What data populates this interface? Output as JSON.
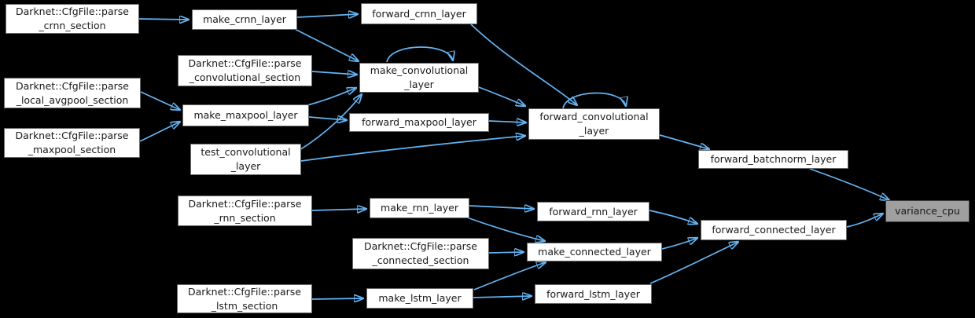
{
  "graph": {
    "type": "doxygen-caller-graph",
    "target_function": "variance_cpu",
    "colors": {
      "background": "#000000",
      "edge": "#63b4f4",
      "node_fill": "#ffffff",
      "node_border": "#696969",
      "highlight_fill": "#9f9f9f",
      "highlight_border": "#404040",
      "text": "#1a1a1a"
    }
  },
  "nodes": {
    "parse_crnn_section": {
      "label": "Darknet::CfgFile::parse\n_crnn_section"
    },
    "make_crnn_layer": {
      "label": "make_crnn_layer"
    },
    "forward_crnn_layer": {
      "label": "forward_crnn_layer"
    },
    "parse_convolutional_section": {
      "label": "Darknet::CfgFile::parse\n_convolutional_section"
    },
    "make_convolutional_layer": {
      "label": "make_convolutional\n_layer"
    },
    "parse_local_avgpool_section": {
      "label": "Darknet::CfgFile::parse\n_local_avgpool_section"
    },
    "make_maxpool_layer": {
      "label": "make_maxpool_layer"
    },
    "parse_maxpool_section": {
      "label": "Darknet::CfgFile::parse\n_maxpool_section"
    },
    "forward_maxpool_layer": {
      "label": "forward_maxpool_layer"
    },
    "forward_convolutional_layer": {
      "label": "forward_convolutional\n_layer"
    },
    "test_convolutional_layer": {
      "label": "test_convolutional\n_layer"
    },
    "forward_batchnorm_layer": {
      "label": "forward_batchnorm_layer"
    },
    "variance_cpu": {
      "label": "variance_cpu",
      "highlighted": true
    },
    "parse_rnn_section": {
      "label": "Darknet::CfgFile::parse\n_rnn_section"
    },
    "make_rnn_layer": {
      "label": "make_rnn_layer"
    },
    "forward_rnn_layer": {
      "label": "forward_rnn_layer"
    },
    "forward_connected_layer": {
      "label": "forward_connected_layer"
    },
    "parse_connected_section": {
      "label": "Darknet::CfgFile::parse\n_connected_section"
    },
    "make_connected_layer": {
      "label": "make_connected_layer"
    },
    "parse_lstm_section": {
      "label": "Darknet::CfgFile::parse\n_lstm_section"
    },
    "make_lstm_layer": {
      "label": "make_lstm_layer"
    },
    "forward_lstm_layer": {
      "label": "forward_lstm_layer"
    }
  },
  "edges": [
    {
      "from": "parse_crnn_section",
      "to": "make_crnn_layer"
    },
    {
      "from": "make_crnn_layer",
      "to": "forward_crnn_layer"
    },
    {
      "from": "make_crnn_layer",
      "to": "make_convolutional_layer"
    },
    {
      "from": "parse_convolutional_section",
      "to": "make_convolutional_layer"
    },
    {
      "from": "parse_local_avgpool_section",
      "to": "make_maxpool_layer"
    },
    {
      "from": "parse_maxpool_section",
      "to": "make_maxpool_layer"
    },
    {
      "from": "make_maxpool_layer",
      "to": "make_convolutional_layer"
    },
    {
      "from": "make_maxpool_layer",
      "to": "forward_maxpool_layer"
    },
    {
      "from": "make_convolutional_layer",
      "to": "make_convolutional_layer"
    },
    {
      "from": "make_convolutional_layer",
      "to": "forward_convolutional_layer"
    },
    {
      "from": "forward_crnn_layer",
      "to": "forward_convolutional_layer"
    },
    {
      "from": "forward_maxpool_layer",
      "to": "forward_convolutional_layer"
    },
    {
      "from": "test_convolutional_layer",
      "to": "make_convolutional_layer"
    },
    {
      "from": "test_convolutional_layer",
      "to": "forward_convolutional_layer"
    },
    {
      "from": "forward_convolutional_layer",
      "to": "forward_convolutional_layer"
    },
    {
      "from": "forward_convolutional_layer",
      "to": "forward_batchnorm_layer"
    },
    {
      "from": "forward_batchnorm_layer",
      "to": "variance_cpu"
    },
    {
      "from": "parse_rnn_section",
      "to": "make_rnn_layer"
    },
    {
      "from": "make_rnn_layer",
      "to": "forward_rnn_layer"
    },
    {
      "from": "make_rnn_layer",
      "to": "make_connected_layer"
    },
    {
      "from": "forward_rnn_layer",
      "to": "forward_connected_layer"
    },
    {
      "from": "parse_connected_section",
      "to": "make_connected_layer"
    },
    {
      "from": "make_connected_layer",
      "to": "forward_connected_layer"
    },
    {
      "from": "parse_lstm_section",
      "to": "make_lstm_layer"
    },
    {
      "from": "make_lstm_layer",
      "to": "make_connected_layer"
    },
    {
      "from": "make_lstm_layer",
      "to": "forward_lstm_layer"
    },
    {
      "from": "forward_lstm_layer",
      "to": "forward_connected_layer"
    },
    {
      "from": "forward_connected_layer",
      "to": "variance_cpu"
    }
  ]
}
